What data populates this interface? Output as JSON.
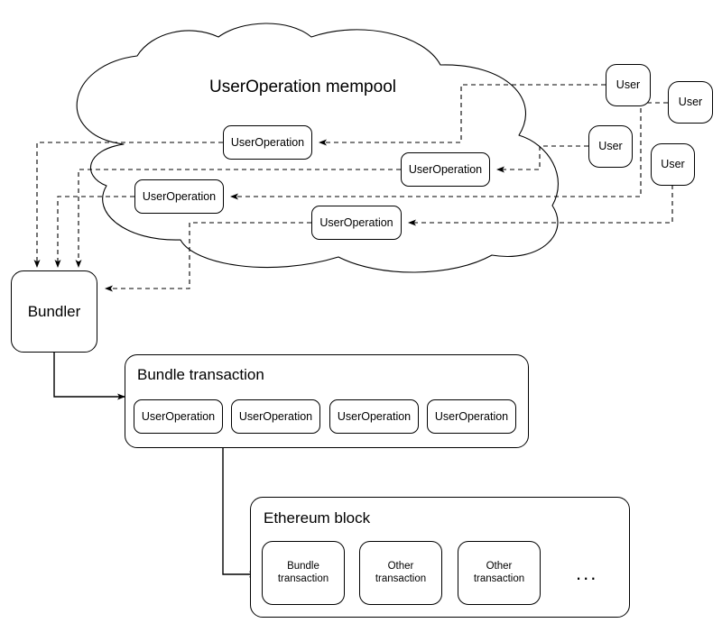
{
  "diagram": {
    "title_visible": false,
    "mempool": {
      "label": "UserOperation mempool",
      "operations": [
        {
          "label": "UserOperation"
        },
        {
          "label": "UserOperation"
        },
        {
          "label": "UserOperation"
        },
        {
          "label": "UserOperation"
        }
      ]
    },
    "users": [
      {
        "label": "User"
      },
      {
        "label": "User"
      },
      {
        "label": "User"
      },
      {
        "label": "User"
      }
    ],
    "bundler": {
      "label": "Bundler"
    },
    "bundle_transaction": {
      "title": "Bundle transaction",
      "operations": [
        {
          "label": "UserOperation"
        },
        {
          "label": "UserOperation"
        },
        {
          "label": "UserOperation"
        },
        {
          "label": "UserOperation"
        }
      ]
    },
    "ethereum_block": {
      "title": "Ethereum block",
      "transactions": [
        {
          "line1": "Bundle",
          "line2": "transaction"
        },
        {
          "line1": "Other",
          "line2": "transaction"
        },
        {
          "line1": "Other",
          "line2": "transaction"
        }
      ],
      "more_indicator": "..."
    },
    "colors": {
      "stroke": "#000000",
      "fill": "#ffffff",
      "text": "#000000"
    }
  }
}
